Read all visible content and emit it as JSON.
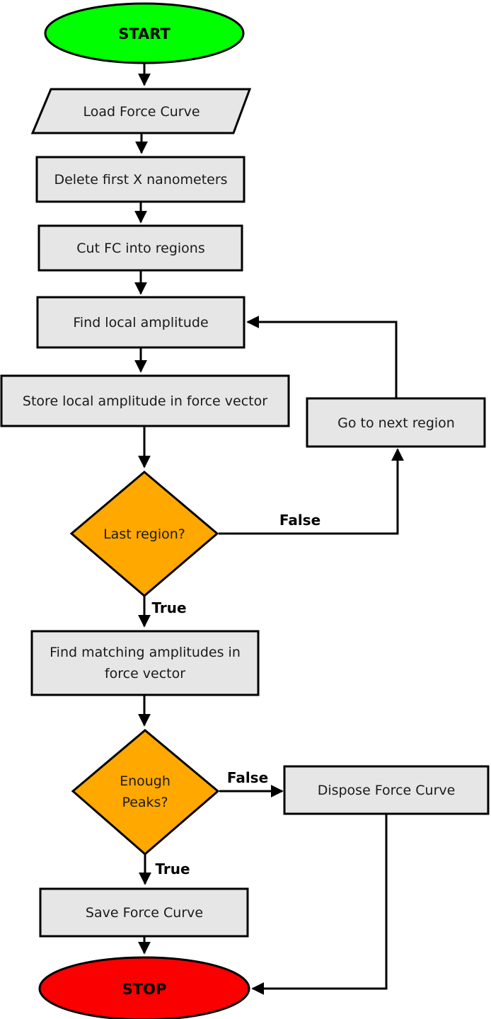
{
  "diagram": {
    "colors": {
      "start_fill": "#00FF00",
      "stop_fill": "#FA0000",
      "decision_fill": "#FFA800",
      "process_fill": "#E6E6E6",
      "line": "#000000"
    },
    "nodes": {
      "start": {
        "label": "START",
        "type": "terminator"
      },
      "load_force_curve": {
        "label": "Load Force Curve",
        "type": "input-output"
      },
      "delete_first": {
        "label": "Delete first X nanometers",
        "type": "process"
      },
      "cut_fc": {
        "label": "Cut FC into regions",
        "type": "process"
      },
      "find_local": {
        "label": "Find local amplitude",
        "type": "process"
      },
      "store_local": {
        "label": "Store local amplitude in force vector",
        "type": "process"
      },
      "last_region": {
        "label": "Last region?",
        "type": "decision"
      },
      "go_next_region": {
        "label": "Go to next region",
        "type": "process"
      },
      "find_matching": {
        "line1": "Find matching amplitudes in",
        "line2": "force vector",
        "type": "process"
      },
      "enough_peaks": {
        "line1": "Enough",
        "line2": "Peaks?",
        "type": "decision"
      },
      "dispose_force_curve": {
        "label": "Dispose Force Curve",
        "type": "process"
      },
      "save_force_curve": {
        "label": "Save Force Curve",
        "type": "process"
      },
      "stop": {
        "label": "STOP",
        "type": "terminator"
      }
    },
    "edges": {
      "last_region_false_label": "False",
      "last_region_true_label": "True",
      "enough_peaks_false_label": "False",
      "enough_peaks_true_label": "True"
    }
  }
}
